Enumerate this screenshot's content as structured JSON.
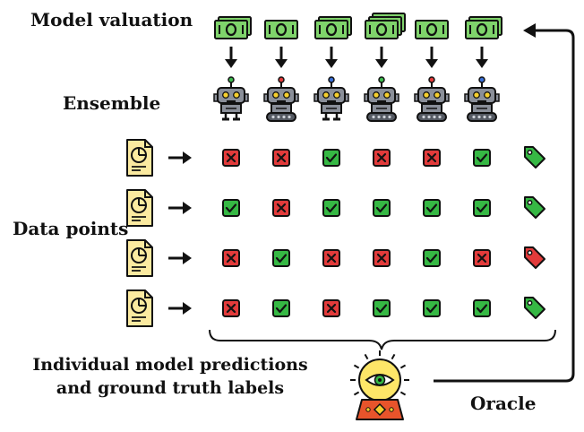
{
  "labels": {
    "model_valuation": "Model valuation",
    "ensemble": "Ensemble",
    "data_points": "Data points",
    "caption_line1": "Individual model predictions",
    "caption_line2": "and ground truth labels",
    "oracle": "Oracle"
  },
  "icons": {
    "money": "money-stack-icon",
    "robot": "robot-icon",
    "document": "chart-document-icon",
    "check": "check-icon",
    "cross": "cross-icon",
    "tag": "label-tag-icon",
    "crystal_ball": "crystal-ball-eye-icon"
  },
  "colors": {
    "money_green": "#7fd36b",
    "robot_body": "#8a8f99",
    "check_green": "#36b844",
    "cross_red": "#e23b3b",
    "tag_green": "#36b844",
    "tag_red": "#e23b3b",
    "document_yellow": "#fbeaa0",
    "ball_yellow": "#fde668",
    "ball_base": "#e8542b",
    "antenna_colors": [
      "#3dba4e",
      "#e23b3b",
      "#3a6fd8",
      "#3dba4e",
      "#e23b3b",
      "#3a6fd8"
    ]
  },
  "model_valuation_stacks": [
    2,
    1,
    2,
    3,
    1,
    2
  ],
  "robot_kinds": [
    "legs",
    "treads",
    "legs",
    "treads",
    "treads",
    "treads"
  ],
  "predictions": [
    [
      "cross",
      "cross",
      "check",
      "cross",
      "cross",
      "check"
    ],
    [
      "check",
      "cross",
      "check",
      "check",
      "check",
      "check"
    ],
    [
      "cross",
      "check",
      "cross",
      "cross",
      "check",
      "cross"
    ],
    [
      "cross",
      "check",
      "cross",
      "check",
      "check",
      "check"
    ]
  ],
  "ground_truth": [
    "green",
    "green",
    "red",
    "green"
  ]
}
